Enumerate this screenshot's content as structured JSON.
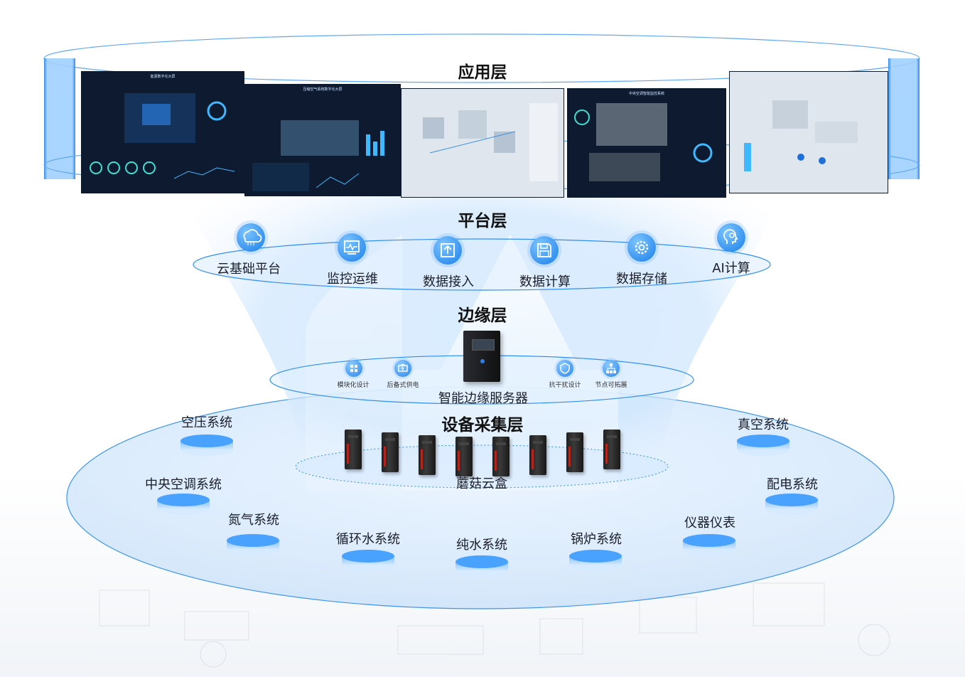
{
  "layers": {
    "application": {
      "title": "应用层"
    },
    "platform": {
      "title": "平台层",
      "items": [
        {
          "label": "云基础平台",
          "icon": "cloud-network-icon"
        },
        {
          "label": "监控运维",
          "icon": "monitor-chart-icon"
        },
        {
          "label": "数据接入",
          "icon": "data-upload-icon"
        },
        {
          "label": "数据计算",
          "icon": "floppy-disk-icon"
        },
        {
          "label": "数据存储",
          "icon": "gear-cog-icon"
        },
        {
          "label": "AI计算",
          "icon": "ai-brain-icon"
        }
      ]
    },
    "edge": {
      "title": "边缘层",
      "server_label": "智能边缘服务器",
      "features": [
        {
          "label": "模块化设计",
          "icon": "modules-grid-icon"
        },
        {
          "label": "后备式供电",
          "icon": "battery-icon"
        },
        {
          "label": "抗干扰设计",
          "icon": "shield-icon"
        },
        {
          "label": "节点可拓展",
          "icon": "node-tree-icon"
        }
      ]
    },
    "device": {
      "title": "设备采集层",
      "box_label": "蘑菇云盒",
      "systems": [
        {
          "label": "空压系统"
        },
        {
          "label": "真空系统"
        },
        {
          "label": "中央空调系统"
        },
        {
          "label": "配电系统"
        },
        {
          "label": "氮气系统"
        },
        {
          "label": "仪器仪表"
        },
        {
          "label": "循环水系统"
        },
        {
          "label": "纯水系统"
        },
        {
          "label": "锅炉系统"
        }
      ]
    }
  },
  "colors": {
    "accent": "#1e7ef0",
    "glow": "#bfe0ff",
    "ring": "#2f8ff0"
  },
  "screens": [
    {
      "theme": "dark",
      "title": "能源数字化大屏"
    },
    {
      "theme": "dark",
      "title": "压缩空气系统数字化大屏"
    },
    {
      "theme": "light",
      "title": ""
    },
    {
      "theme": "dark",
      "title": "中央空调智能监控系统"
    },
    {
      "theme": "light",
      "title": ""
    }
  ]
}
